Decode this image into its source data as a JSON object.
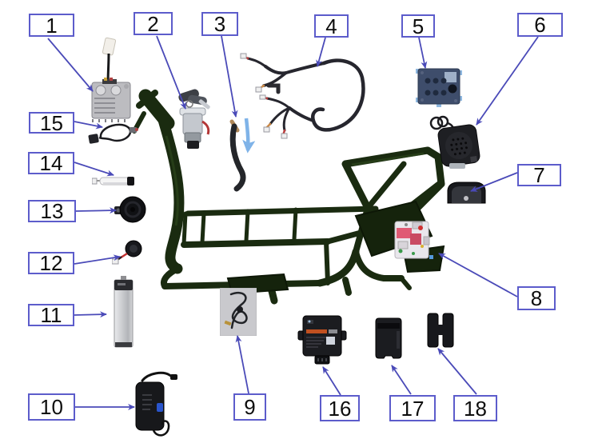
{
  "diagram": {
    "type": "exploded-parts-diagram",
    "colors": {
      "callout_border": "#5c5ccb",
      "arrow": "#4a4ab8",
      "highlight_arrow": "#7fb3e8",
      "frame_green": "#1b2d12",
      "background": "#ffffff"
    },
    "callouts": [
      {
        "label": "1"
      },
      {
        "label": "2"
      },
      {
        "label": "3"
      },
      {
        "label": "4"
      },
      {
        "label": "5"
      },
      {
        "label": "6"
      },
      {
        "label": "7"
      },
      {
        "label": "8"
      },
      {
        "label": "9"
      },
      {
        "label": "10"
      },
      {
        "label": "11"
      },
      {
        "label": "12"
      },
      {
        "label": "13"
      },
      {
        "label": "14"
      },
      {
        "label": "15"
      },
      {
        "label": "16"
      },
      {
        "label": "17"
      },
      {
        "label": "18"
      }
    ]
  }
}
